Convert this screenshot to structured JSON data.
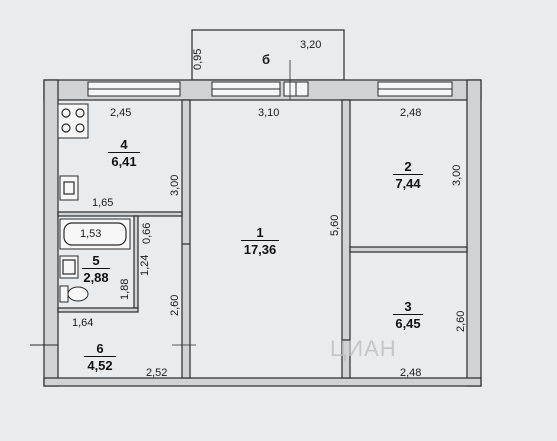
{
  "rooms": [
    {
      "num": "1",
      "area": "17,36"
    },
    {
      "num": "2",
      "area": "7,44"
    },
    {
      "num": "3",
      "area": "6,45"
    },
    {
      "num": "4",
      "area": "6,41"
    },
    {
      "num": "5",
      "area": "2,88"
    },
    {
      "num": "6",
      "area": "4,52"
    }
  ],
  "balcony": {
    "label": "б",
    "width": "3,20",
    "depth": "0,95"
  },
  "dims": {
    "kitchen_top": "2,45",
    "room1_top": "3,10",
    "room2_top": "2,48",
    "room2_right": "3,00",
    "kitchen_mid": "1,65",
    "bath_tub": "1,53",
    "bath_0_66": "0,66",
    "room1_upper_left": "3,00",
    "wc_1_24": "1,24",
    "wc_1_88": "1,88",
    "hall_top": "1,64",
    "room1_lower_left": "2,60",
    "room1_right": "5,60",
    "room3_right": "2,60",
    "hall_bottom": "2,52",
    "room3_bottom": "2,48"
  },
  "watermark": "ЦИАН"
}
